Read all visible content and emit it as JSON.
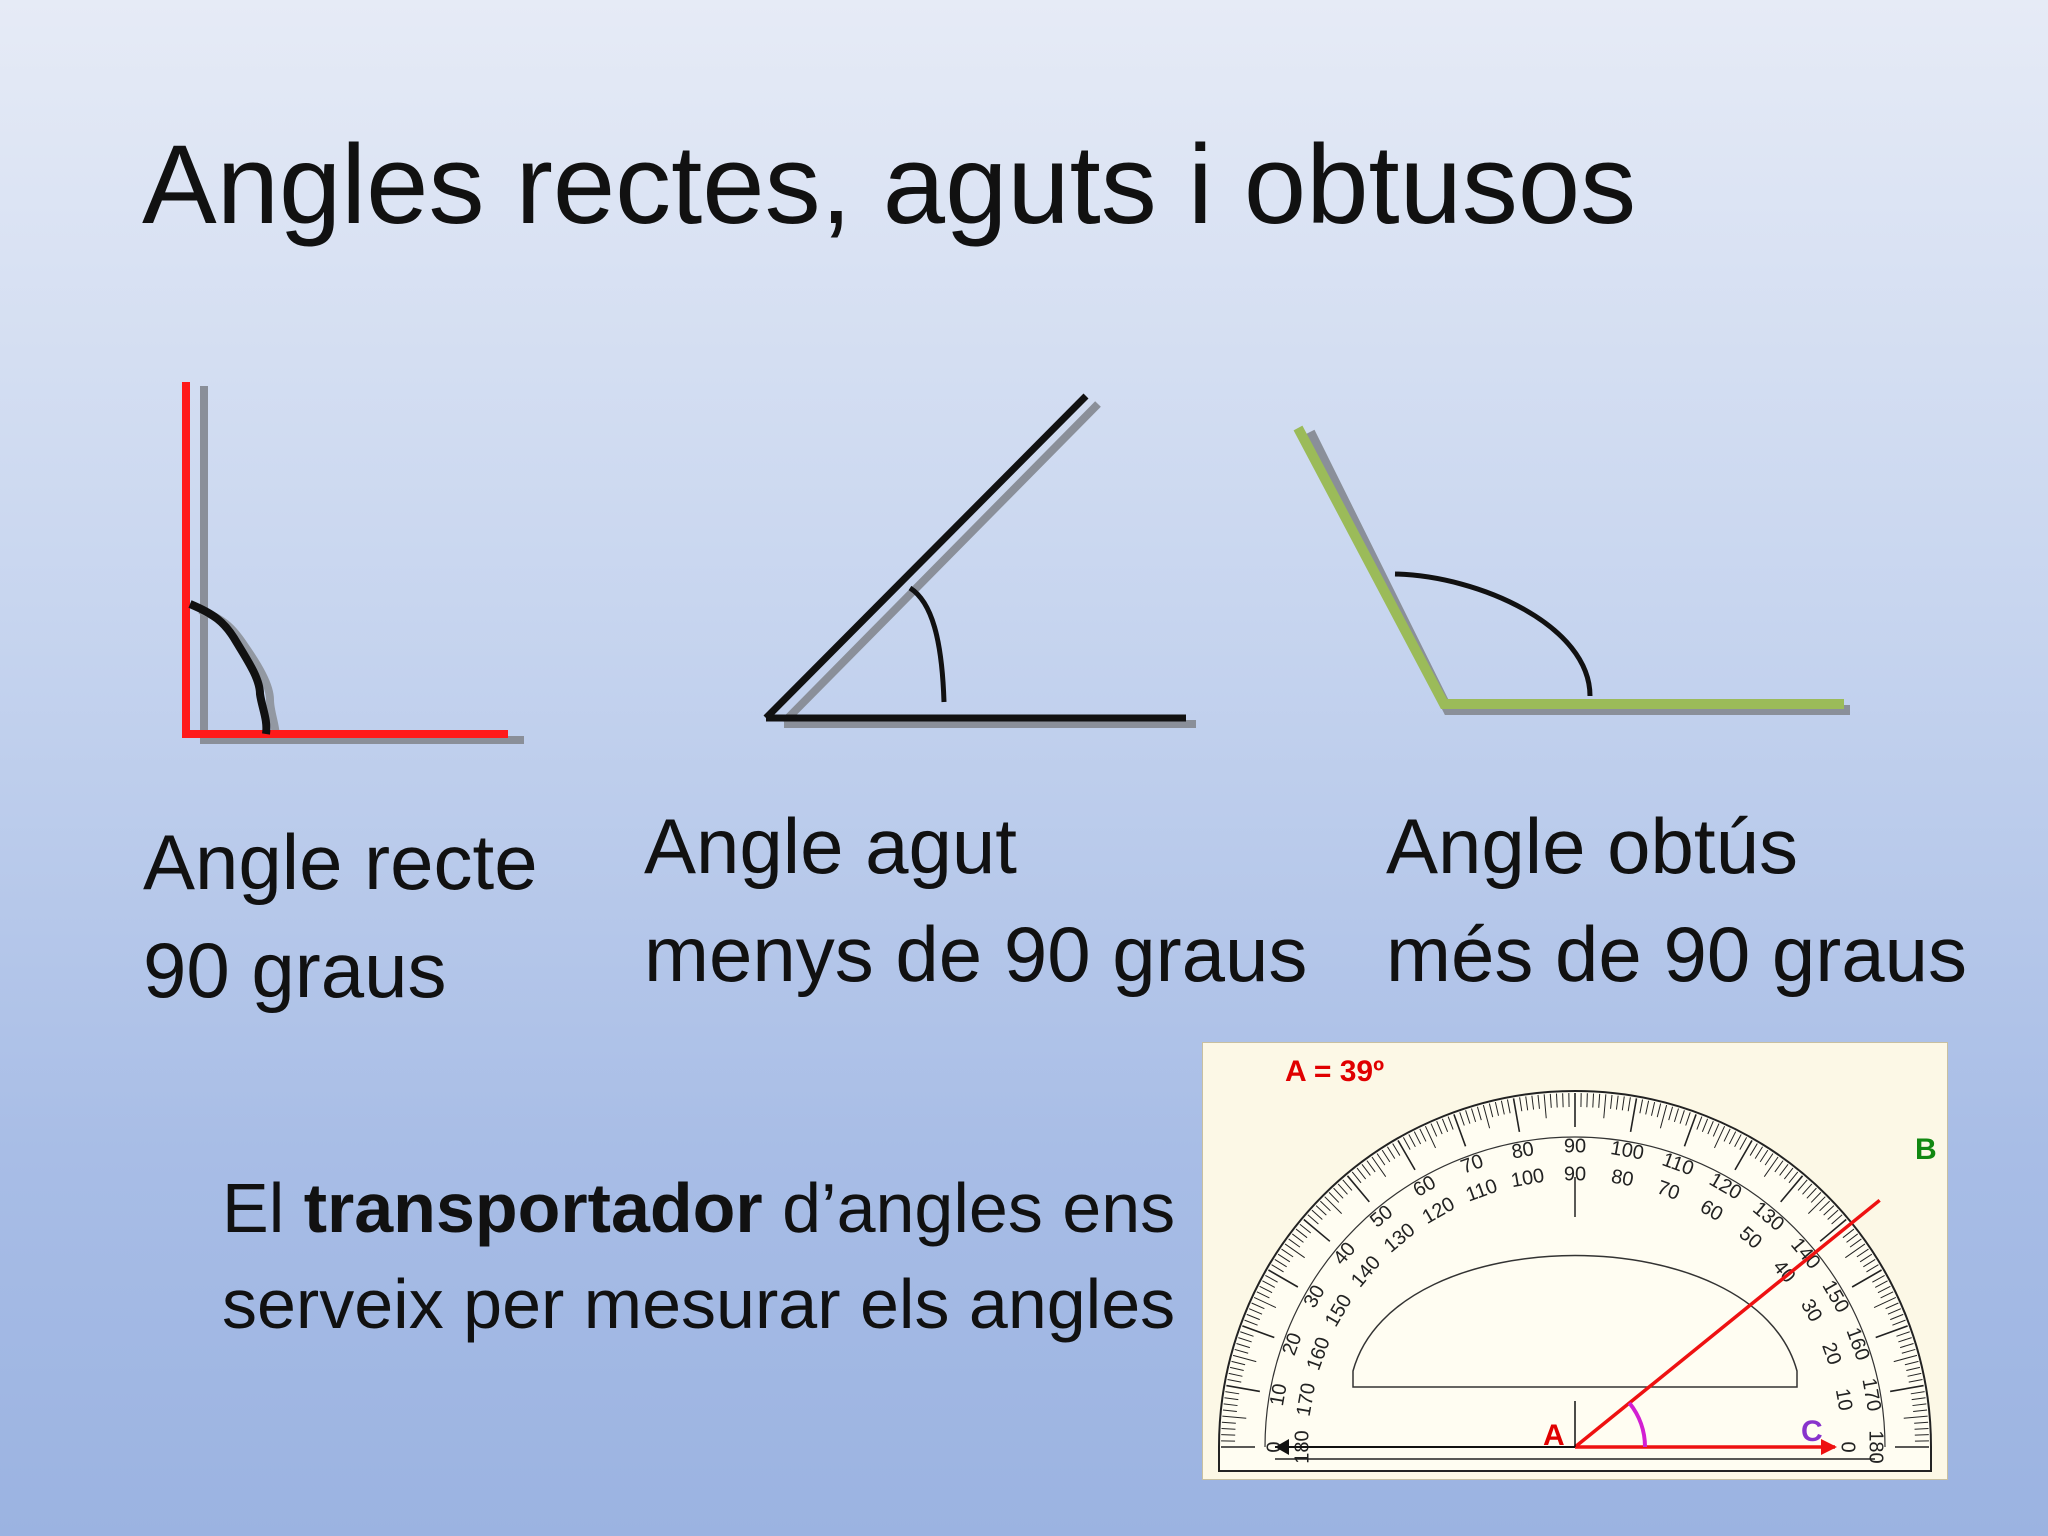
{
  "title": "Angles rectes, aguts i obtusos",
  "angles": [
    {
      "name": "Angle recte",
      "description": "90 graus",
      "degrees": 90,
      "color": "#ff1a1a"
    },
    {
      "name": "Angle agut",
      "description": "menys de 90 graus",
      "color": "#111111"
    },
    {
      "name": "Angle obtús",
      "description": "més de 90 graus",
      "color": "#9bbb59"
    }
  ],
  "protractor_text": {
    "prefix": "El ",
    "bold": "transportador",
    "suffix": " d’angles ens serveix per mesurar els angles"
  },
  "protractor": {
    "measure_label": "A = 39º",
    "measured_degrees": 39,
    "point_labels": {
      "vertex": "A",
      "ray_end": "B",
      "base_end": "C"
    },
    "colors": {
      "label": "#e00000",
      "ray": "#ee1111",
      "arc": "#d21fd2",
      "B": "#118811",
      "C": "#8833cc"
    },
    "outer_scale": [
      "0",
      "10",
      "20",
      "30",
      "40",
      "50",
      "60",
      "70",
      "80",
      "90",
      "100",
      "110",
      "120",
      "130",
      "140",
      "150",
      "160",
      "170",
      "180"
    ],
    "inner_scale": [
      "180",
      "170",
      "160",
      "150",
      "140",
      "130",
      "120",
      "110",
      "100",
      "90",
      "80",
      "70",
      "60",
      "50",
      "40",
      "30",
      "20",
      "10",
      "0"
    ]
  }
}
